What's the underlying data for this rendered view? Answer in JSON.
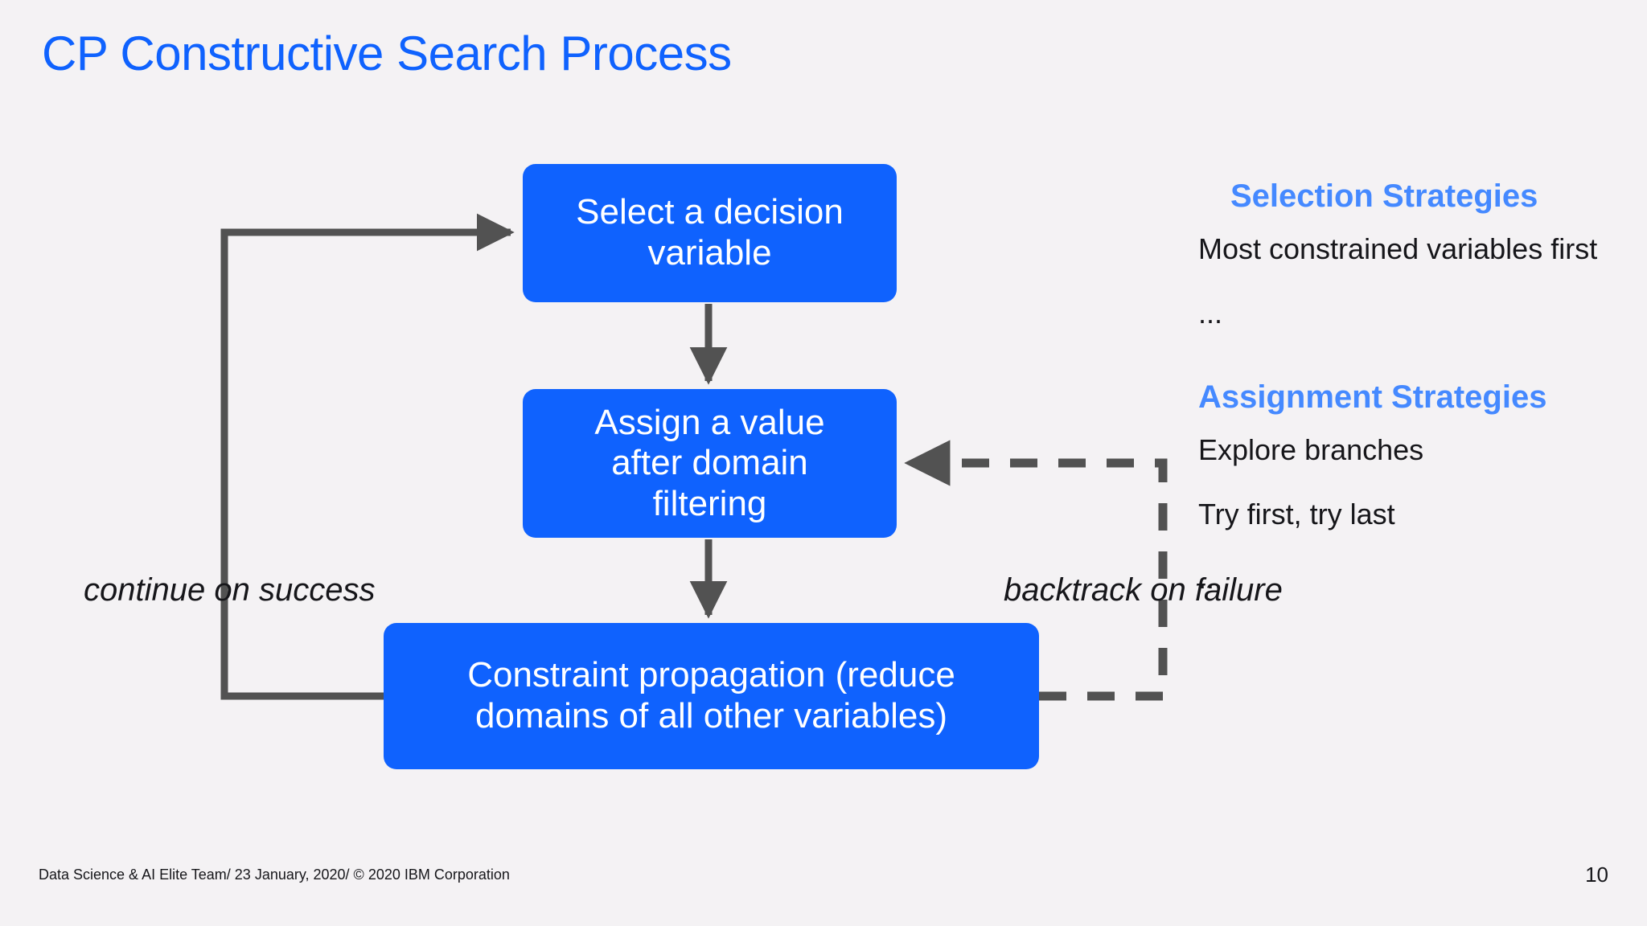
{
  "slide": {
    "title": "CP Constructive Search Process",
    "page_number": "10",
    "footer": "Data Science & AI Elite Team/ 23 January, 2020/ © 2020 IBM Corporation",
    "background_color": "#f4f2f4"
  },
  "colors": {
    "title_blue": "#0f62fe",
    "box_blue": "#0f62fe",
    "heading_blue": "#4589ff",
    "connector_gray": "#525252",
    "text_black": "#16161a"
  },
  "flow": {
    "boxes": [
      {
        "id": "select",
        "line1": "Select a decision",
        "line2": "variable"
      },
      {
        "id": "assign",
        "line1": "Assign a value",
        "line2": "after domain",
        "line3": "filtering"
      },
      {
        "id": "propagate",
        "line1": "Constraint propagation (reduce",
        "line2": "domains of all other variables)"
      }
    ],
    "edges": [
      {
        "id": "success-loop",
        "label": "continue on success",
        "style": "solid"
      },
      {
        "id": "failure-loop",
        "label": "backtrack on failure",
        "style": "dashed"
      },
      {
        "id": "select-to-assign",
        "label": "",
        "style": "solid"
      },
      {
        "id": "assign-to-propagate",
        "label": "",
        "style": "solid"
      }
    ]
  },
  "strategies": {
    "selection": {
      "heading": "Selection Strategies",
      "items": [
        "Most constrained variables first",
        "..."
      ]
    },
    "assignment": {
      "heading": "Assignment Strategies",
      "items": [
        "Explore branches",
        "Try first, try last",
        "..."
      ]
    }
  }
}
